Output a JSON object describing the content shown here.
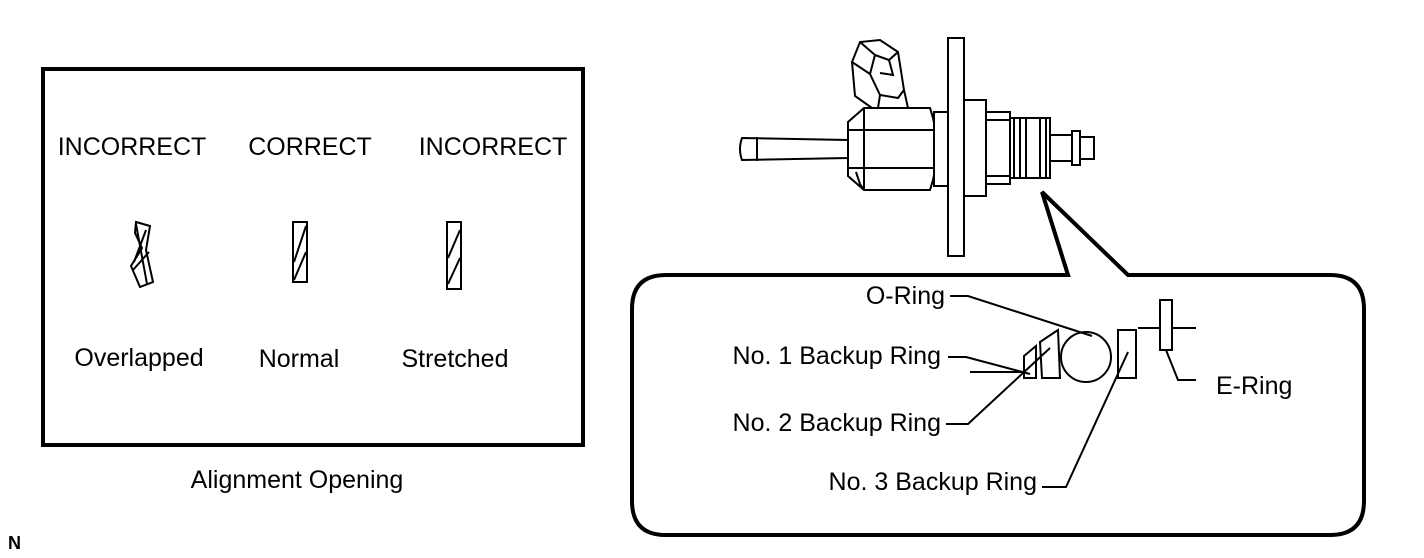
{
  "alignment_panel": {
    "caption": "Alignment Opening",
    "states": [
      {
        "verdict": "INCORRECT",
        "condition": "Overlapped"
      },
      {
        "verdict": "CORRECT",
        "condition": "Normal"
      },
      {
        "verdict": "INCORRECT",
        "condition": "Stretched"
      }
    ]
  },
  "injector_detail": {
    "labels": {
      "o_ring": "O-Ring",
      "backup_1": "No. 1 Backup Ring",
      "backup_2": "No. 2 Backup Ring",
      "backup_3": "No. 3 Backup Ring",
      "e_ring": "E-Ring"
    }
  },
  "corner_mark": "N"
}
